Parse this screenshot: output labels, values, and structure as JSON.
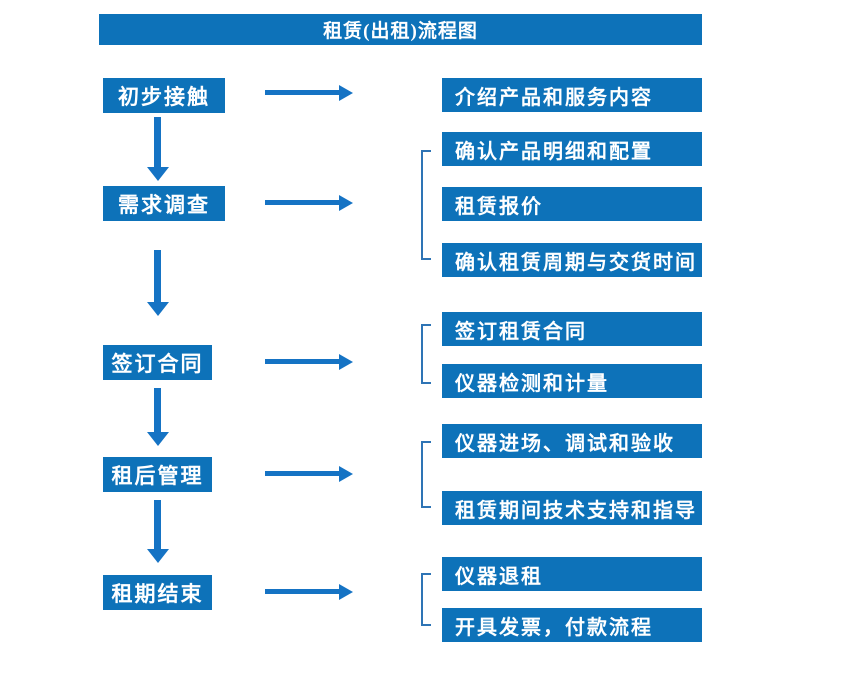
{
  "title": "租赁(出租)流程图",
  "colors": {
    "box_blue": "#0d72b9",
    "arrow_blue": "#1573c4",
    "bracket_blue": "#2e74b5",
    "text_white": "#ffffff"
  },
  "steps": [
    {
      "label": "初步接触"
    },
    {
      "label": "需求调查"
    },
    {
      "label": "签订合同"
    },
    {
      "label": "租后管理"
    },
    {
      "label": "租期结束"
    }
  ],
  "details": [
    {
      "label": "介绍产品和服务内容"
    },
    {
      "label": "确认产品明细和配置"
    },
    {
      "label": "租赁报价"
    },
    {
      "label": "确认租赁周期与交货时间"
    },
    {
      "label": "签订租赁合同"
    },
    {
      "label": "仪器检测和计量"
    },
    {
      "label": "仪器进场、调试和验收"
    },
    {
      "label": "租赁期间技术支持和指导"
    },
    {
      "label": "仪器退租"
    },
    {
      "label": "开具发票，付款流程"
    }
  ]
}
